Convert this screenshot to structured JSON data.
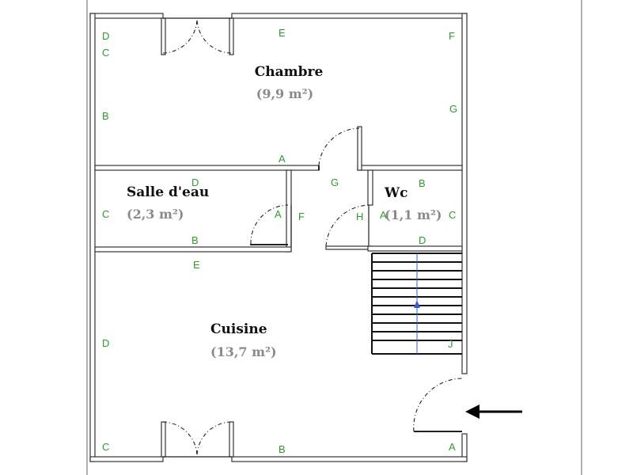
{
  "rooms": {
    "chambre": {
      "name": "Chambre",
      "area": "(9,9 m²)"
    },
    "salle_eau": {
      "name": "Salle d'eau",
      "area": "(2,3 m²)"
    },
    "wc": {
      "name": "Wc",
      "area": "(1,1 m²)"
    },
    "cuisine": {
      "name": "Cuisine",
      "area": "(13,7 m²)"
    }
  },
  "wall_labels": {
    "chambre": {
      "d": "D",
      "c": "C",
      "e": "E",
      "f": "F",
      "b": "B",
      "g": "G",
      "a": "A"
    },
    "salle_eau": {
      "d": "D",
      "c": "C",
      "a": "A",
      "b": "B"
    },
    "hall": {
      "g": "G",
      "f": "F",
      "h": "H"
    },
    "wc": {
      "b": "B",
      "a": "A",
      "c": "C",
      "d": "D"
    },
    "cuisine": {
      "e": "E",
      "d": "D",
      "c": "C",
      "b": "B",
      "a": "A",
      "j": "J"
    }
  },
  "colors": {
    "wall_label": "#2e9a2e",
    "area": "#8a8a8a",
    "stair_arrow": "#3a5fd0"
  },
  "icons": {
    "entrance": "entrance-arrow-icon",
    "stairs_up": "stairs-up-arrow-icon"
  }
}
